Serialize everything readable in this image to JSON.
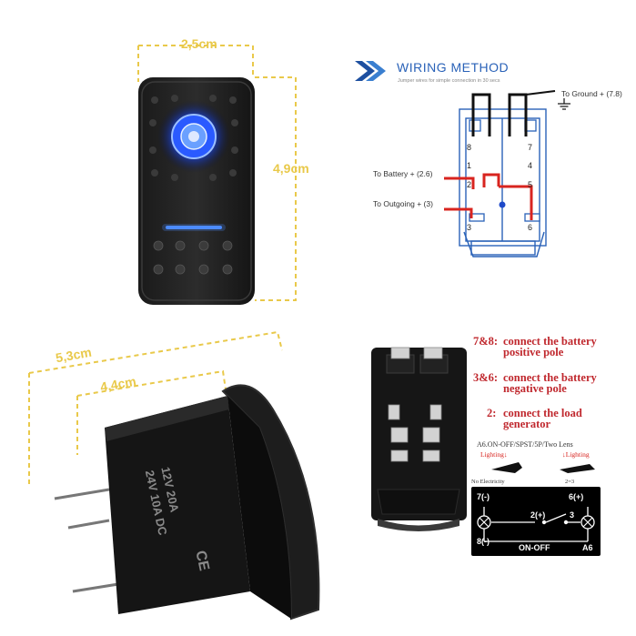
{
  "dimensions": {
    "width_top": "2,5cm",
    "height_top": "4,9cm",
    "width_outer": "5,3cm",
    "width_inner": "4,4cm"
  },
  "side_marking": {
    "line1": "12V  20A",
    "line2": "24V  10A  DC",
    "ce": "CE"
  },
  "wiring": {
    "title": "WIRING  METHOD",
    "subtitle": "Jumper wires for simple connection in 30 secs",
    "label_ground": "To Ground + (7.8)",
    "label_battery": "To Battery + (2.6)",
    "label_outgoing": "To Outgoing + (3)",
    "pins": [
      "8",
      "7",
      "1",
      "4",
      "2",
      "5",
      "3",
      "6"
    ]
  },
  "instructions": [
    {
      "key": "7&8:",
      "text1": "connect the battery",
      "text2": "positive pole"
    },
    {
      "key": "3&6:",
      "text1": "connect the battery",
      "text2": "negative pole"
    },
    {
      "key": "2:",
      "text1": "connect the load",
      "text2": "generator"
    }
  ],
  "schematic": {
    "header": "A6.ON-OFF/SPST/5P/Two Lens",
    "lighting_left": "Lighting",
    "lighting_right": "Lighting",
    "no_electricity": "No Electricity",
    "equation": "2=3",
    "pin_7": "7(-)",
    "pin_6": "6(+)",
    "pin_2": "2(+)",
    "pin_3": "3",
    "pin_8": "8(-)",
    "mode": "ON-OFF",
    "model": "A6"
  },
  "colors": {
    "dimension": "#e9c94a",
    "led": "#1a4cff",
    "wire_red": "#d8241f",
    "wire_black": "#111111",
    "blueprint": "#2a62b8"
  }
}
